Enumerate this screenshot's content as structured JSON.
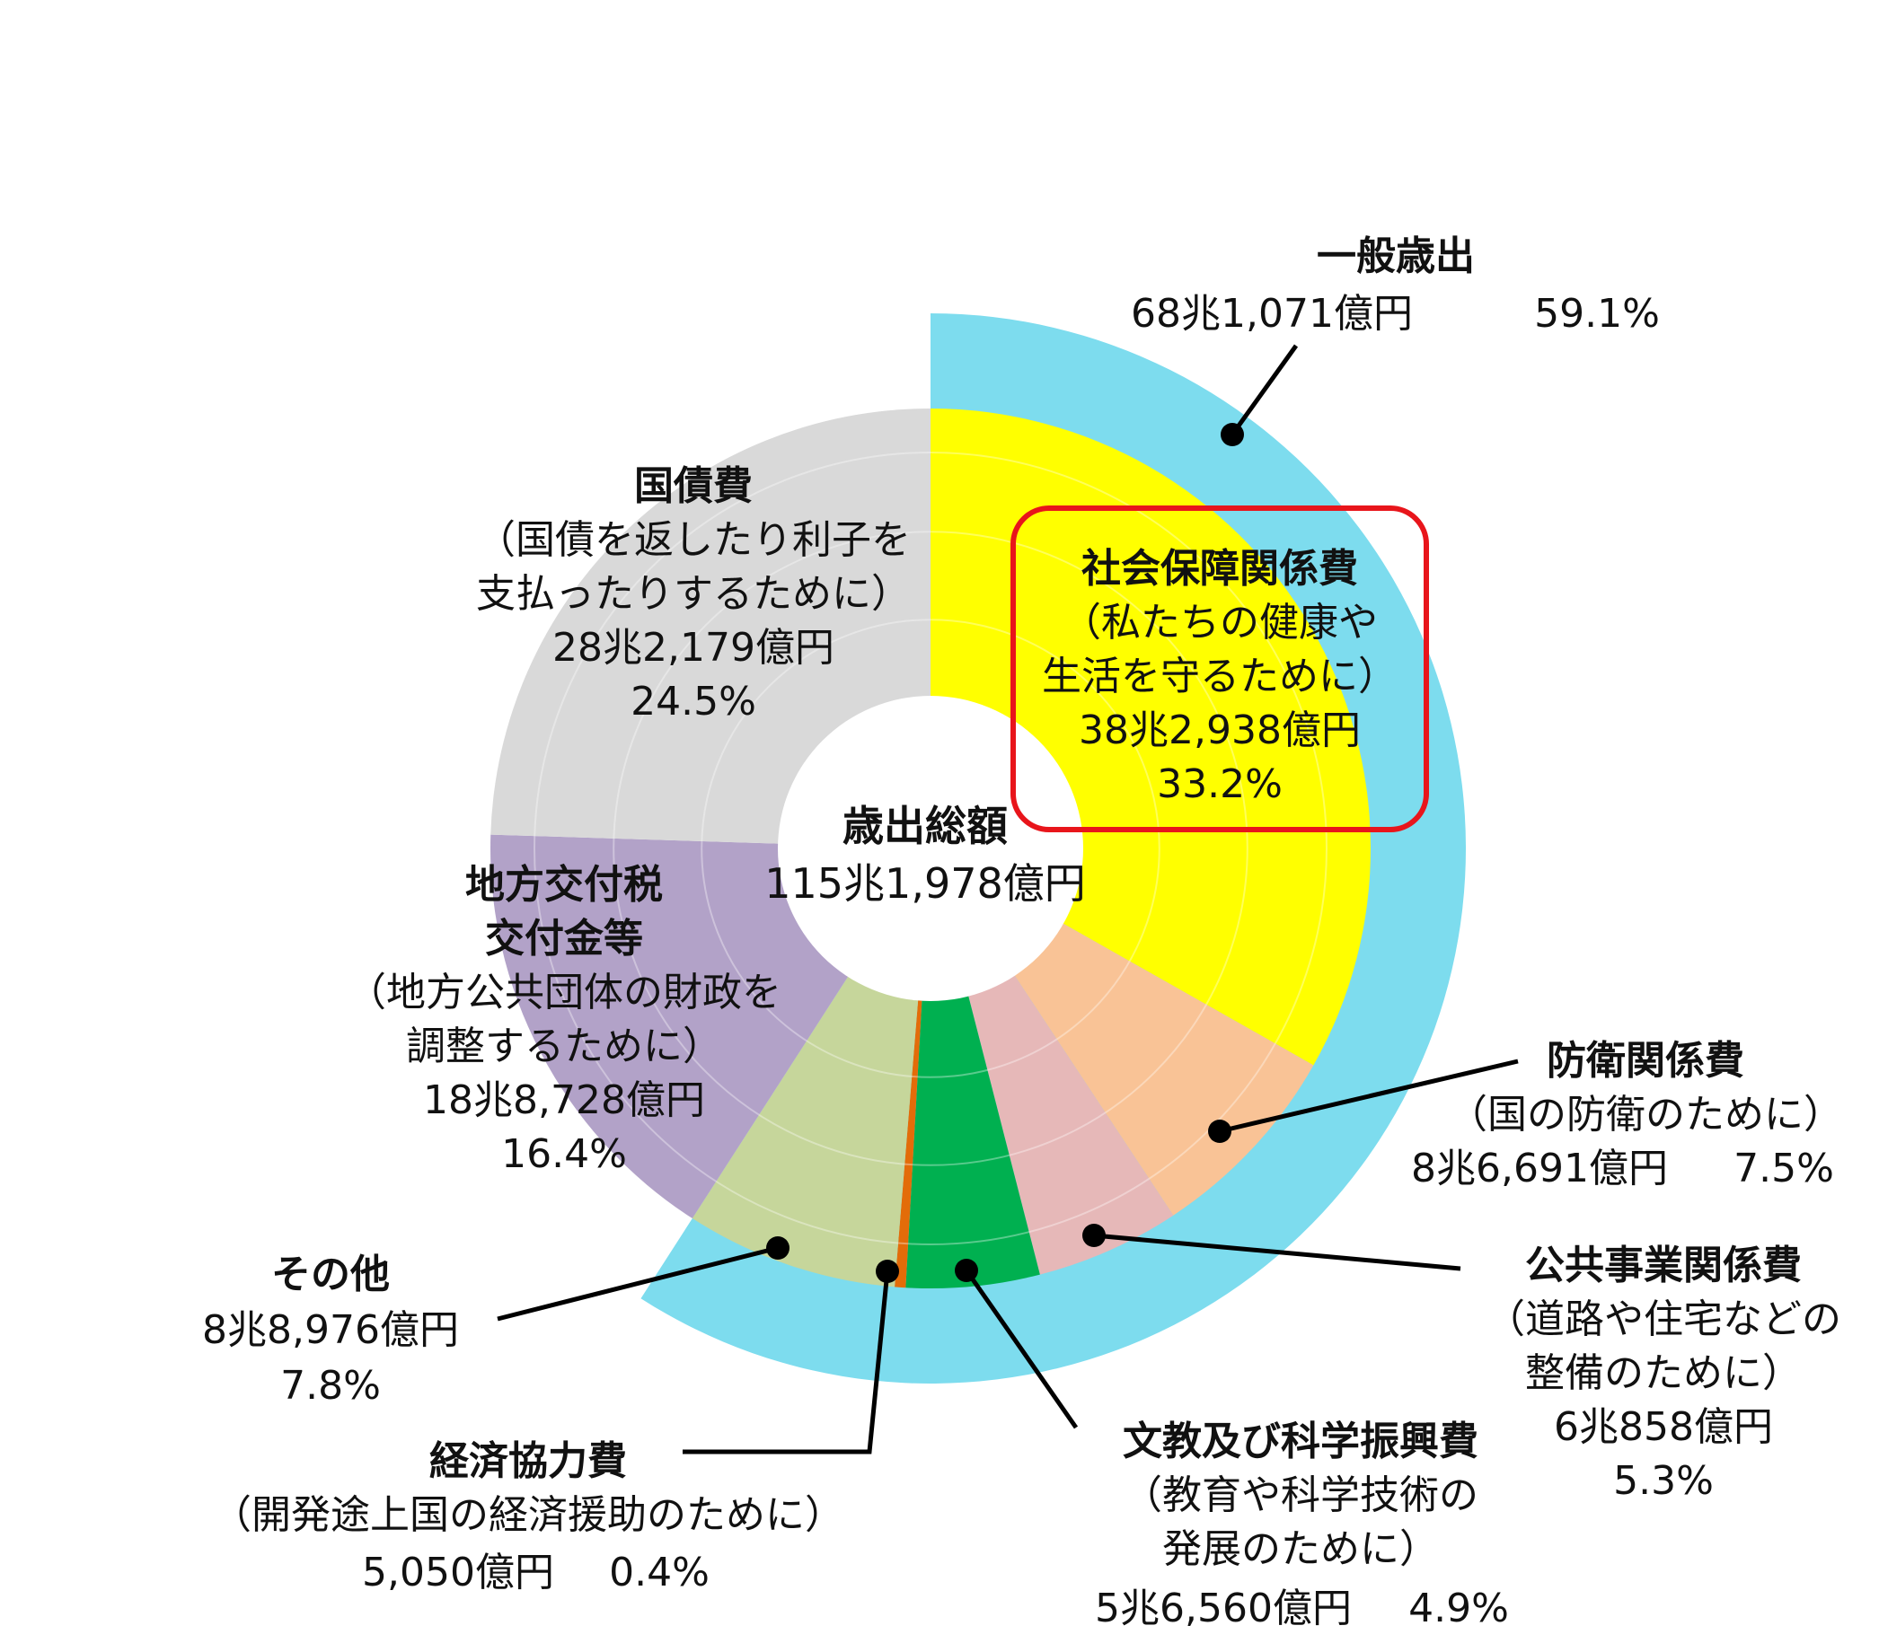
{
  "chart_data": {
    "type": "pie",
    "center": {
      "title": "歳出総額",
      "value": "115兆1,978億円"
    },
    "outer_ring": [
      {
        "label": "一般歳出",
        "amount": "68兆1,071億円",
        "percent": "59.1%",
        "value": 59.1,
        "color": "#7ddcee"
      }
    ],
    "slices": [
      {
        "key": "social",
        "label": "社会保障関係費",
        "desc": [
          "（私たちの健康や",
          "生活を守るために）"
        ],
        "amount": "38兆2,938億円",
        "percent": "33.2%",
        "value": 33.2,
        "color": "#ffff00",
        "highlighted": true
      },
      {
        "key": "defense",
        "label": "防衛関係費",
        "desc": [
          "（国の防衛のために）"
        ],
        "amount": "8兆6,691億円",
        "percent": "7.5%",
        "value": 7.5,
        "color": "#f9c396"
      },
      {
        "key": "public_works",
        "label": "公共事業関係費",
        "desc": [
          "（道路や住宅などの",
          "整備のために）"
        ],
        "amount": "6兆858億円",
        "percent": "5.3%",
        "value": 5.3,
        "color": "#e6b8b8"
      },
      {
        "key": "education",
        "label": "文教及び科学振興費",
        "desc": [
          "（教育や科学技術の",
          "発展のために）"
        ],
        "amount": "5兆6,560億円",
        "percent": "4.9%",
        "value": 4.9,
        "color": "#00b050"
      },
      {
        "key": "econ_coop",
        "label": "経済協力費",
        "desc": [
          "（開発途上国の経済援助のために）"
        ],
        "amount": "5,050億円",
        "percent": "0.4%",
        "value": 0.4,
        "color": "#e36c09"
      },
      {
        "key": "other",
        "label": "その他",
        "desc": [],
        "amount": "8兆8,976億円",
        "percent": "7.8%",
        "value": 7.8,
        "color": "#c6d69b"
      },
      {
        "key": "local",
        "label": "地方交付税",
        "label2": "交付金等",
        "desc": [
          "（地方公共団体の財政を",
          "調整するために）"
        ],
        "amount": "18兆8,728億円",
        "percent": "16.4%",
        "value": 16.4,
        "color": "#b2a2c8"
      },
      {
        "key": "debt",
        "label": "国債費",
        "desc": [
          "（国債を返したり利子を",
          "支払ったりするために）"
        ],
        "amount": "28兆2,179億円",
        "percent": "24.5%",
        "value": 24.5,
        "color": "#d9d9d9"
      }
    ],
    "highlight_color": "#e8151b"
  }
}
